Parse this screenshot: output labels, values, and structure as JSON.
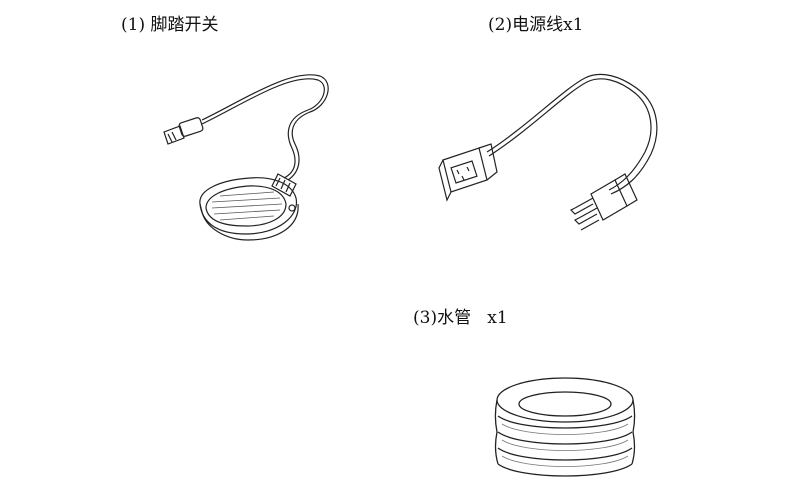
{
  "items": [
    {
      "caption": "(1) 脚踏开关",
      "icon": "foot-switch-icon"
    },
    {
      "caption": "(2)电源线x1",
      "icon": "power-cord-icon"
    },
    {
      "caption": "(3)水管   x1",
      "icon": "water-hose-icon"
    }
  ]
}
